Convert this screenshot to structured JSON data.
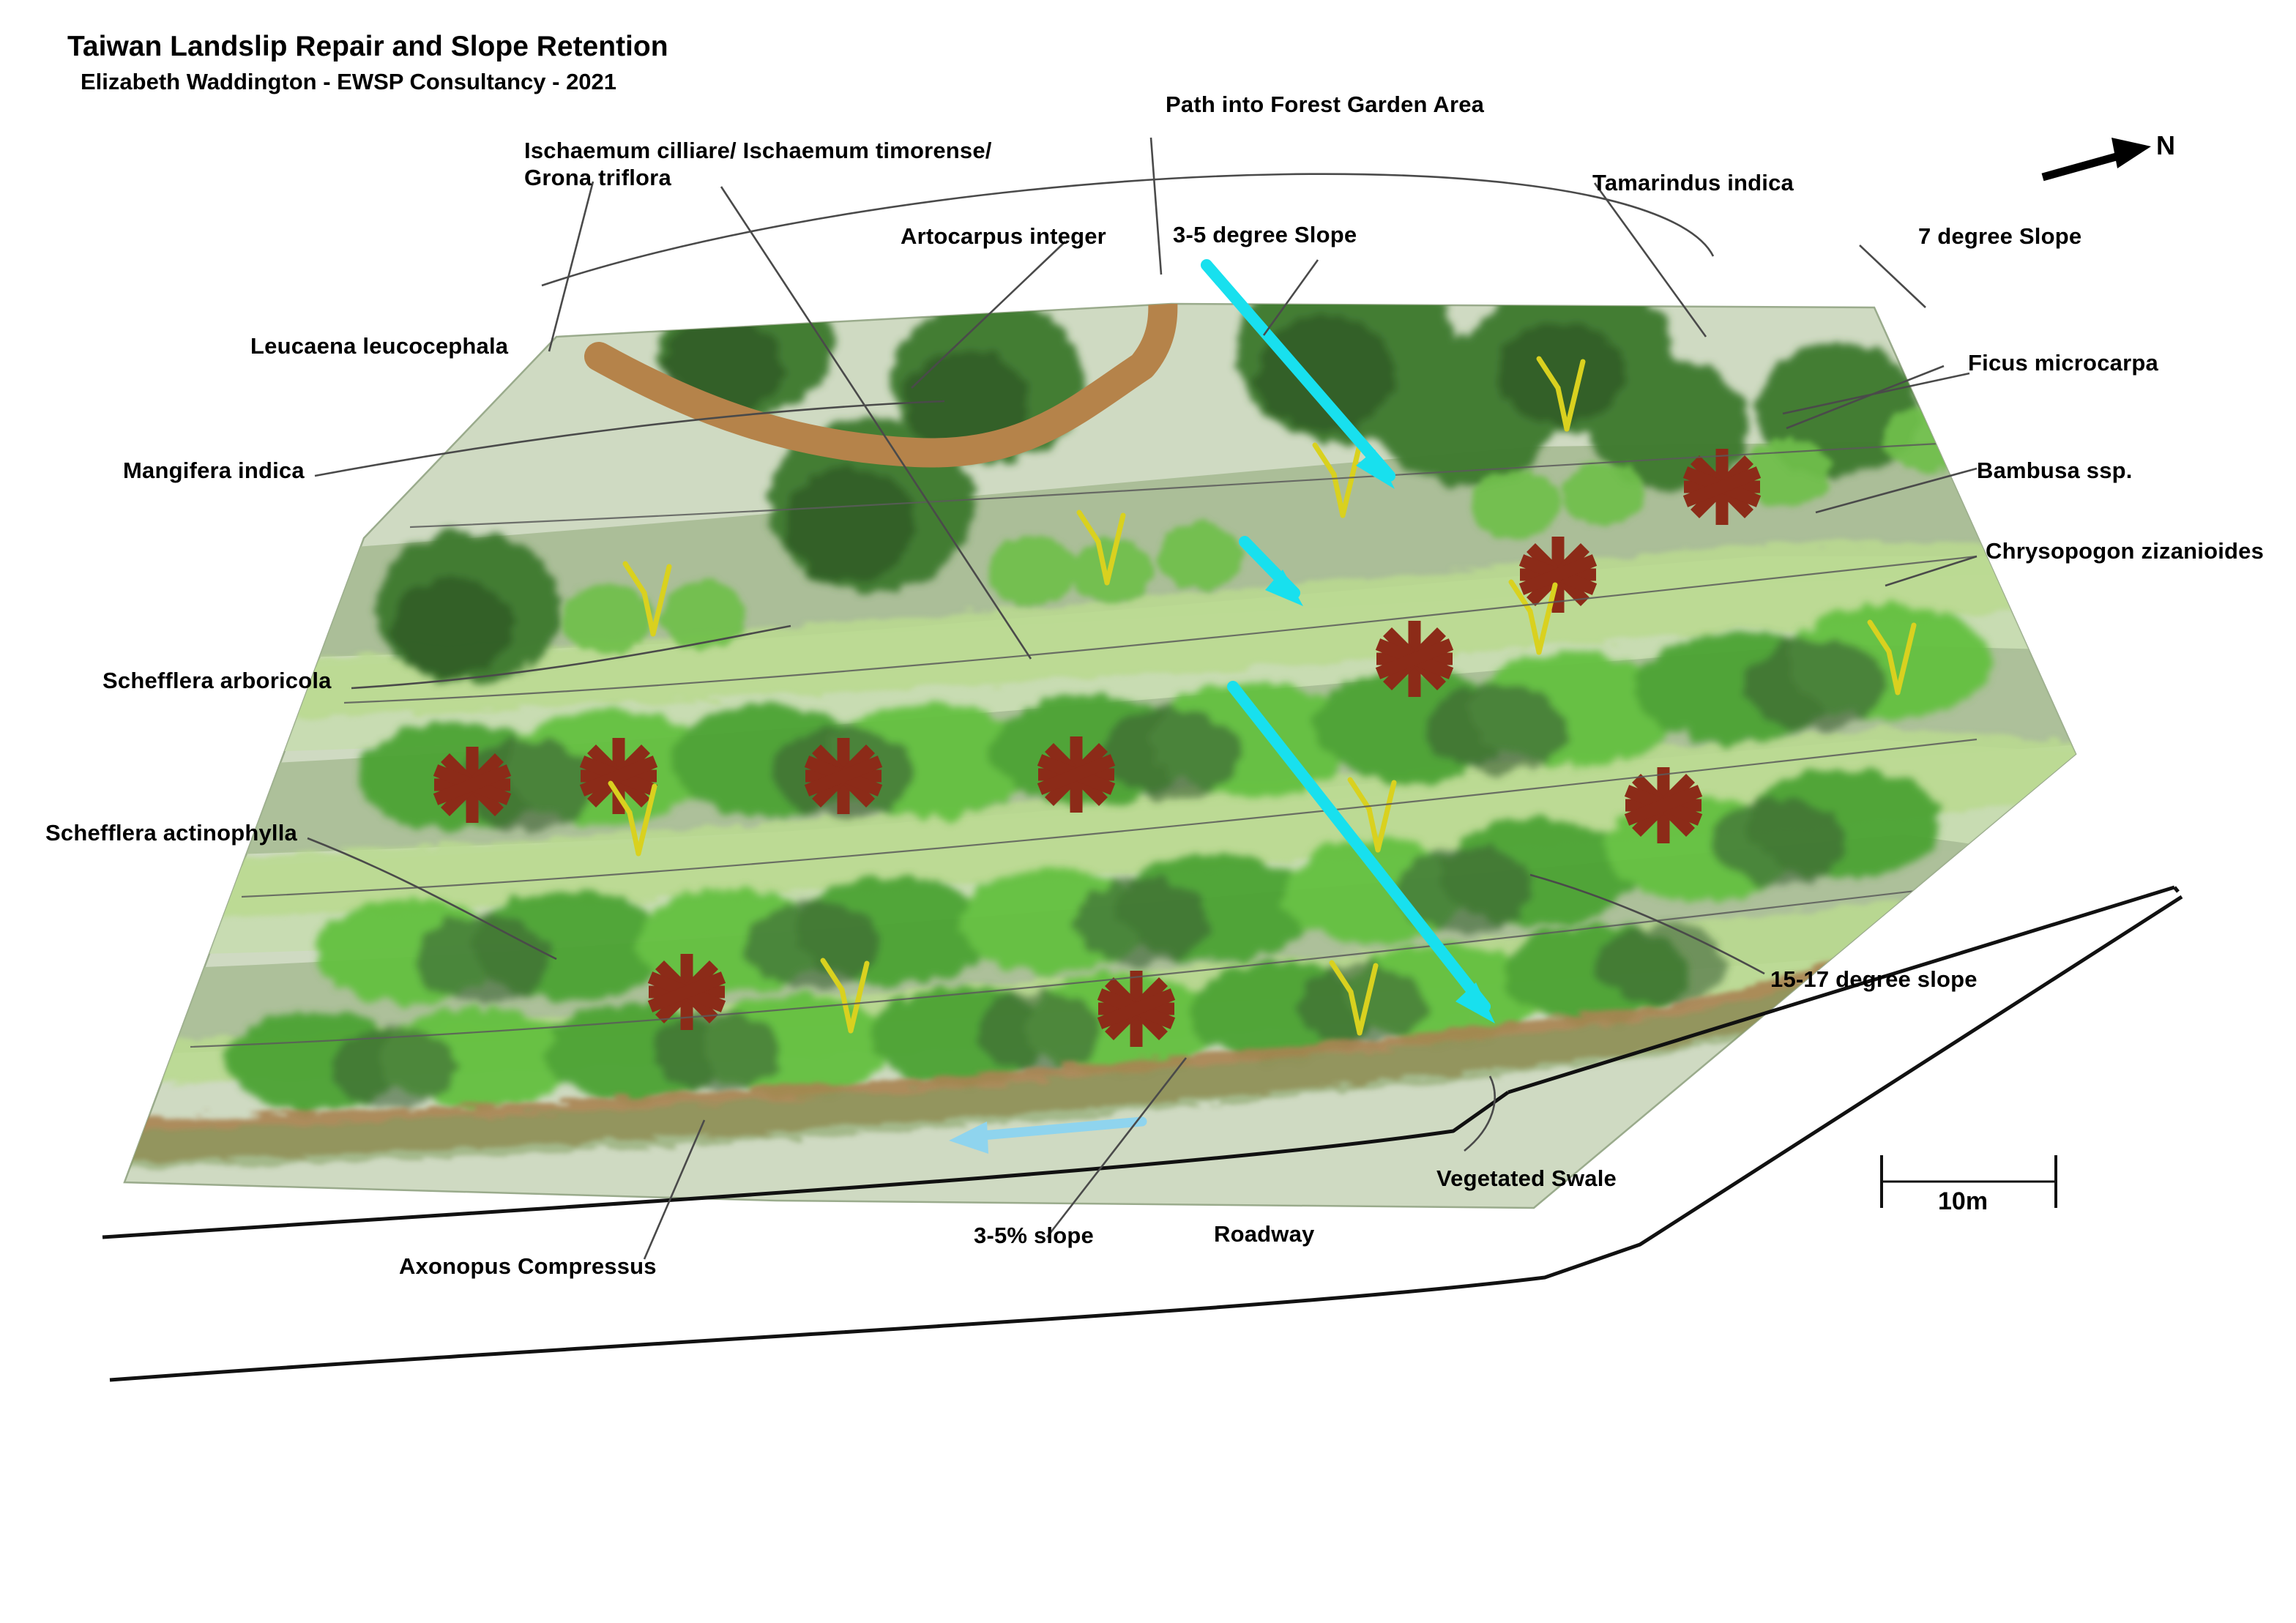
{
  "title": {
    "main": "Taiwan Landslip Repair and Slope Retention",
    "sub": "Elizabeth Waddington - EWSP Consultancy - 2021"
  },
  "compass": {
    "label": "N",
    "icon": "north-arrow-icon"
  },
  "scale_bar": {
    "label": "10m",
    "length_m": 10
  },
  "labels": {
    "ischaemum": "Ischaemum cilliare/ Ischaemum timorense/\nGrona triflora",
    "artocarpus": "Artocarpus integer",
    "path_forest_garden": "Path into Forest Garden Area",
    "slope_3_5_degree": "3-5 degree Slope",
    "tamarindus": "Tamarindus indica",
    "slope_7_degree": "7 degree Slope",
    "leucaena": "Leucaena leucocephala",
    "ficus": "Ficus microcarpa",
    "mangifera": "Mangifera indica",
    "bambusa": "Bambusa ssp.",
    "chrysopogon": "Chrysopogon zizanioides",
    "schefflera_arboricola": "Schefflera arboricola",
    "schefflera_actinophylla": "Schefflera actinophylla",
    "slope_15_17": "15-17 degree slope",
    "axonopus": "Axonopus Compressus",
    "slope_3_5_percent": "3-5% slope",
    "roadway": "Roadway",
    "vegetated_swale": "Vegetated Swale"
  },
  "colors": {
    "terrain_pale": "#cfdac2",
    "terrain_mid": "#a9bd96",
    "terrain_band_light": "#c4d8ad",
    "canopy_dark": "#3d6b30",
    "canopy_mid": "#57993f",
    "canopy_light": "#6fbf4a",
    "path_brown": "#b5834a",
    "swale_brown": "#a98352",
    "vetiver_red": "#8c2b18",
    "grass_yellow": "#d9d11f",
    "arrow_cyan": "#18e0ee",
    "arrow_lightblue": "#8fd4ee",
    "leader_line": "#4a4a4a",
    "outline": "#111111"
  },
  "legend_symbols": [
    {
      "name": "vetiver-asterisk",
      "meaning": "Chrysopogon zizanioides clump",
      "color": "#8c2b18"
    },
    {
      "name": "grass-tuft",
      "meaning": "Ischaemum / Grona ground cover",
      "color": "#d9d11f"
    },
    {
      "name": "flow-arrow",
      "meaning": "Water flow direction",
      "color": "#18e0ee"
    }
  ]
}
